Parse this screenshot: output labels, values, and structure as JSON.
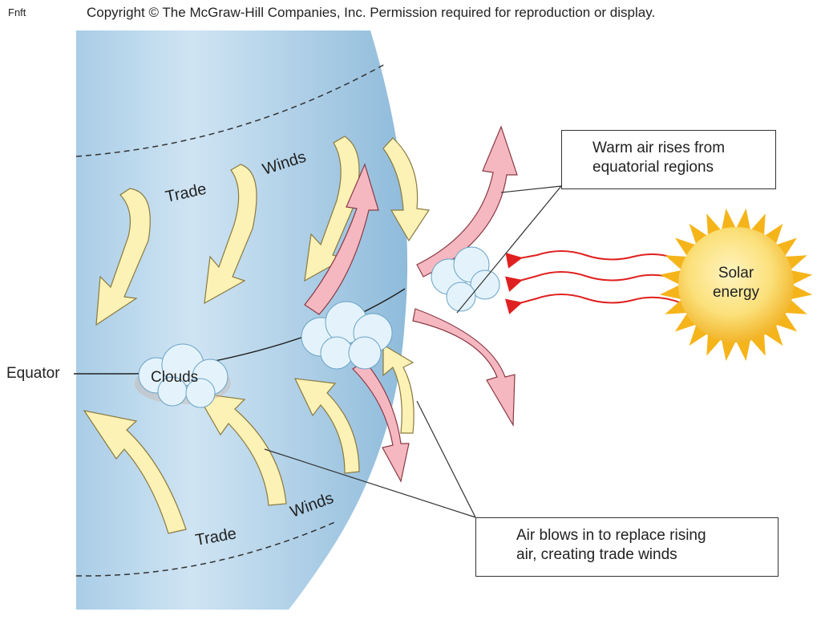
{
  "header": {
    "corner_label": "Fnft",
    "copyright": "Copyright © The McGraw-Hill Companies, Inc. Permission required for reproduction or display."
  },
  "labels": {
    "trade_upper": "Trade",
    "winds_upper": "Winds",
    "trade_lower": "Trade",
    "winds_lower": "Winds",
    "equator": "Equator",
    "clouds": "Clouds",
    "solar_line1": "Solar",
    "solar_line2": "energy"
  },
  "callouts": {
    "warm_air": [
      "Warm air rises from",
      "equatorial regions"
    ],
    "trade_winds": [
      "Air blows in to replace rising",
      "air, creating trade winds"
    ]
  },
  "colors": {
    "globe_light": "#dcecf7",
    "globe_dark": "#7fb0d4",
    "trade_wind_fill": "#fdf2b5",
    "warm_air_fill": "#f5b8c0",
    "solar_ray": "#e02020",
    "sun_core": "#fbe07a",
    "sun_ray": "#f5b41a",
    "cloud": "#e4f3fb"
  }
}
